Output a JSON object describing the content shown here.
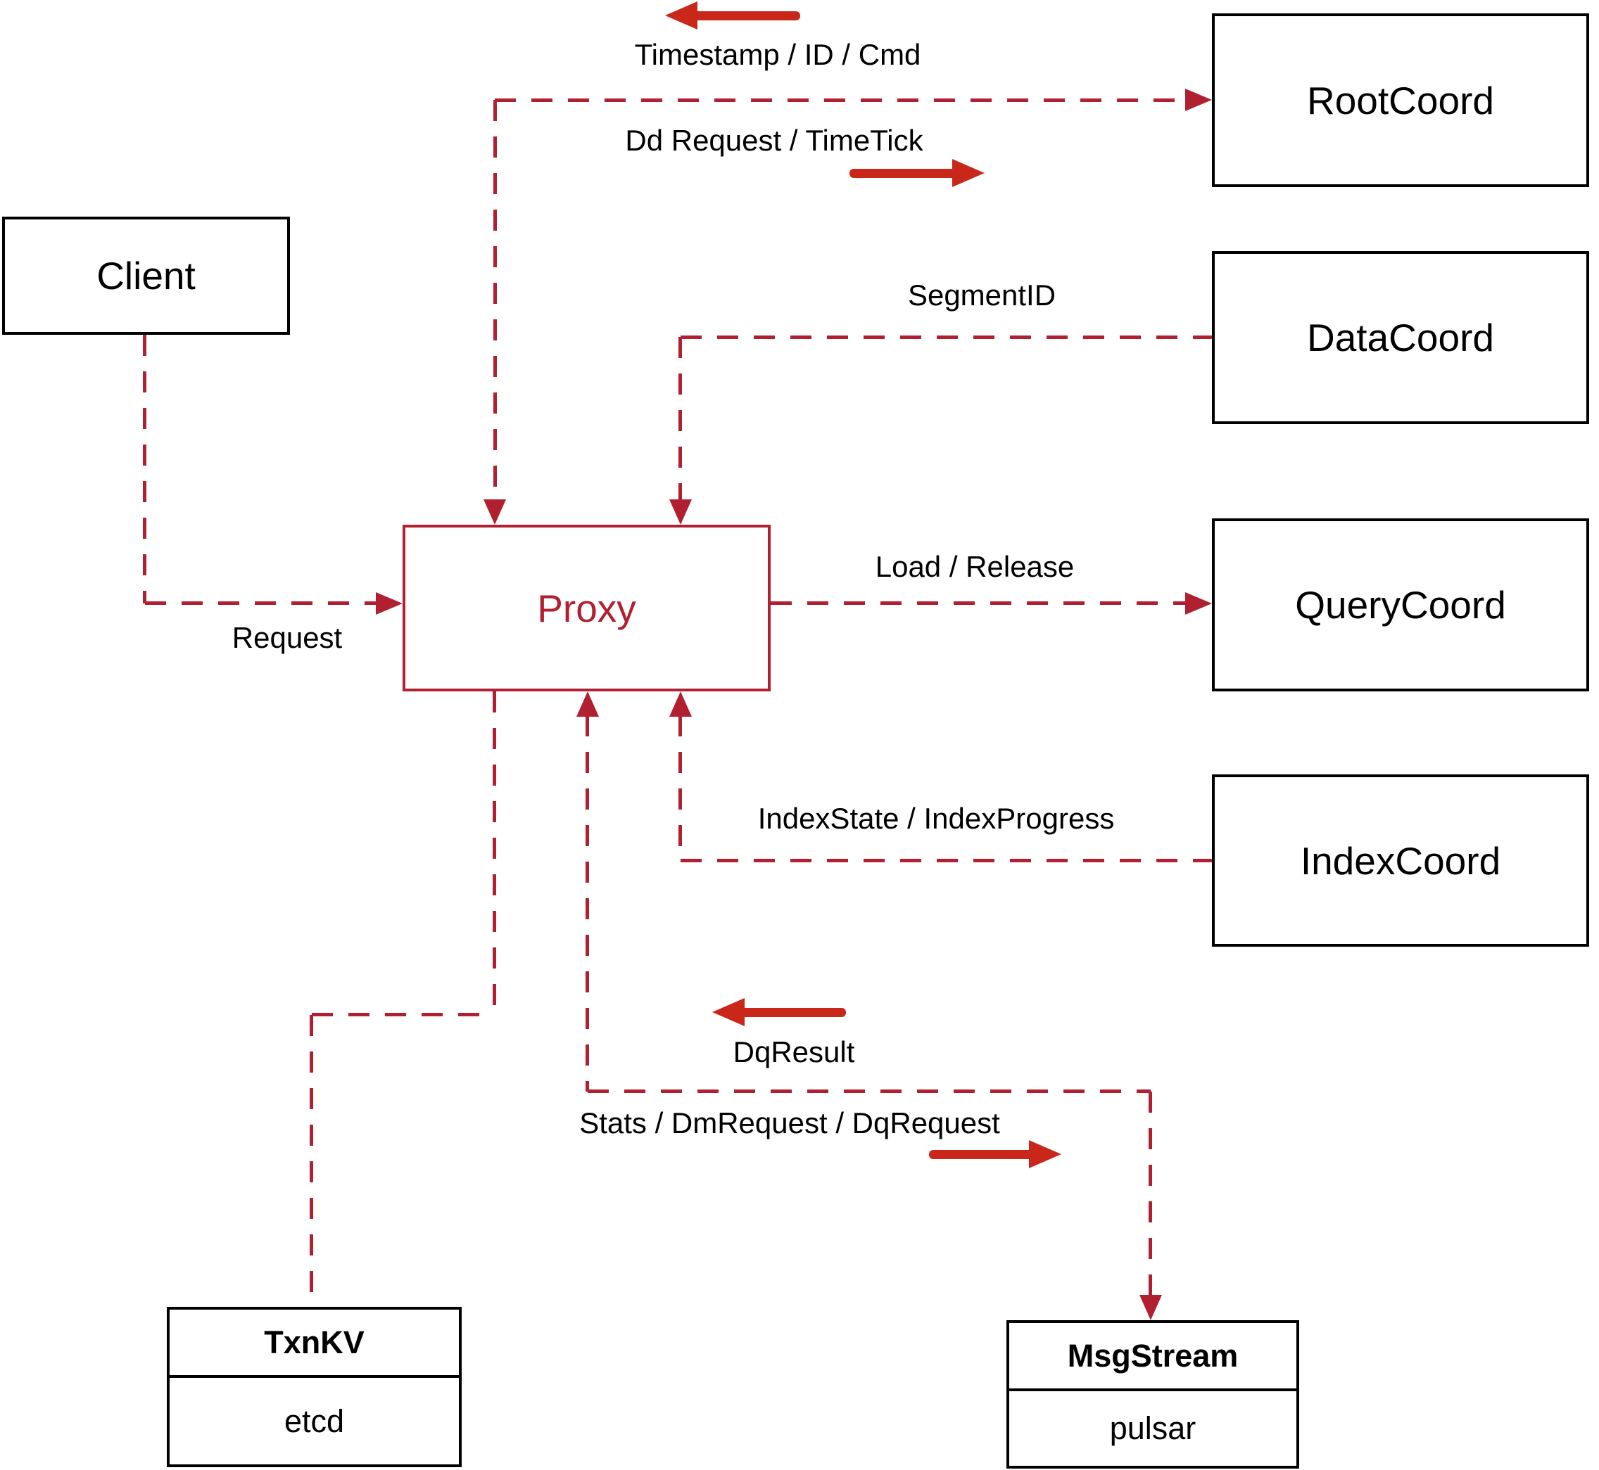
{
  "colors": {
    "connector": "#b02030",
    "arrow": "#c9271a",
    "node_border": "#000000",
    "background": "#ffffff"
  },
  "nodes": {
    "client": {
      "label": "Client"
    },
    "rootcoord": {
      "label": "RootCoord"
    },
    "datacoord": {
      "label": "DataCoord"
    },
    "querycoord": {
      "label": "QueryCoord"
    },
    "indexcoord": {
      "label": "IndexCoord"
    },
    "proxy": {
      "label": "Proxy"
    },
    "txnkv": {
      "title": "TxnKV",
      "subtitle": "etcd"
    },
    "msgstream": {
      "title": "MsgStream",
      "subtitle": "pulsar"
    }
  },
  "edges": {
    "root_to_proxy": "Timestamp / ID / Cmd",
    "proxy_to_root": "Dd Request / TimeTick",
    "data_to_proxy": "SegmentID",
    "client_to_proxy": "Request",
    "proxy_to_query": "Load / Release",
    "index_to_proxy": "IndexState / IndexProgress",
    "msg_to_proxy": "DqResult",
    "proxy_to_msg": "Stats / DmRequest / DqRequest"
  }
}
